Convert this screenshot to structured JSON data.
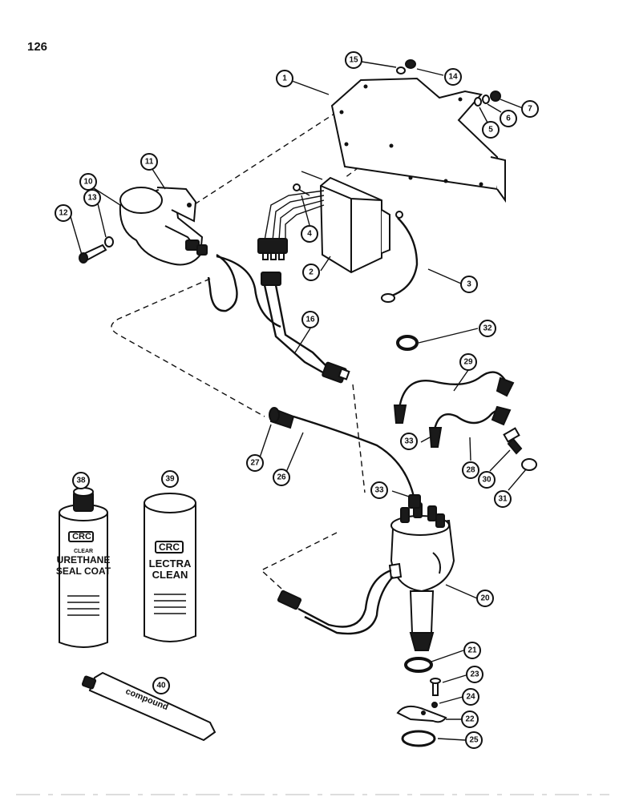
{
  "page_number": "126",
  "callouts": [
    "1",
    "2",
    "3",
    "4",
    "5",
    "6",
    "7",
    "10",
    "11",
    "12",
    "13",
    "14",
    "15",
    "16",
    "20",
    "21",
    "22",
    "23",
    "24",
    "25",
    "26",
    "27",
    "28",
    "29",
    "30",
    "31",
    "32",
    "33",
    "33",
    "38",
    "39",
    "40"
  ],
  "product_labels": {
    "can_38": {
      "brand": "CRC",
      "line1": "CLEAR",
      "line2": "URETHANE",
      "line3": "SEAL COAT"
    },
    "can_39": {
      "brand": "CRC",
      "line1": "LECTRA",
      "line2": "CLEAN"
    },
    "tube_40": {
      "text": "compound"
    }
  }
}
